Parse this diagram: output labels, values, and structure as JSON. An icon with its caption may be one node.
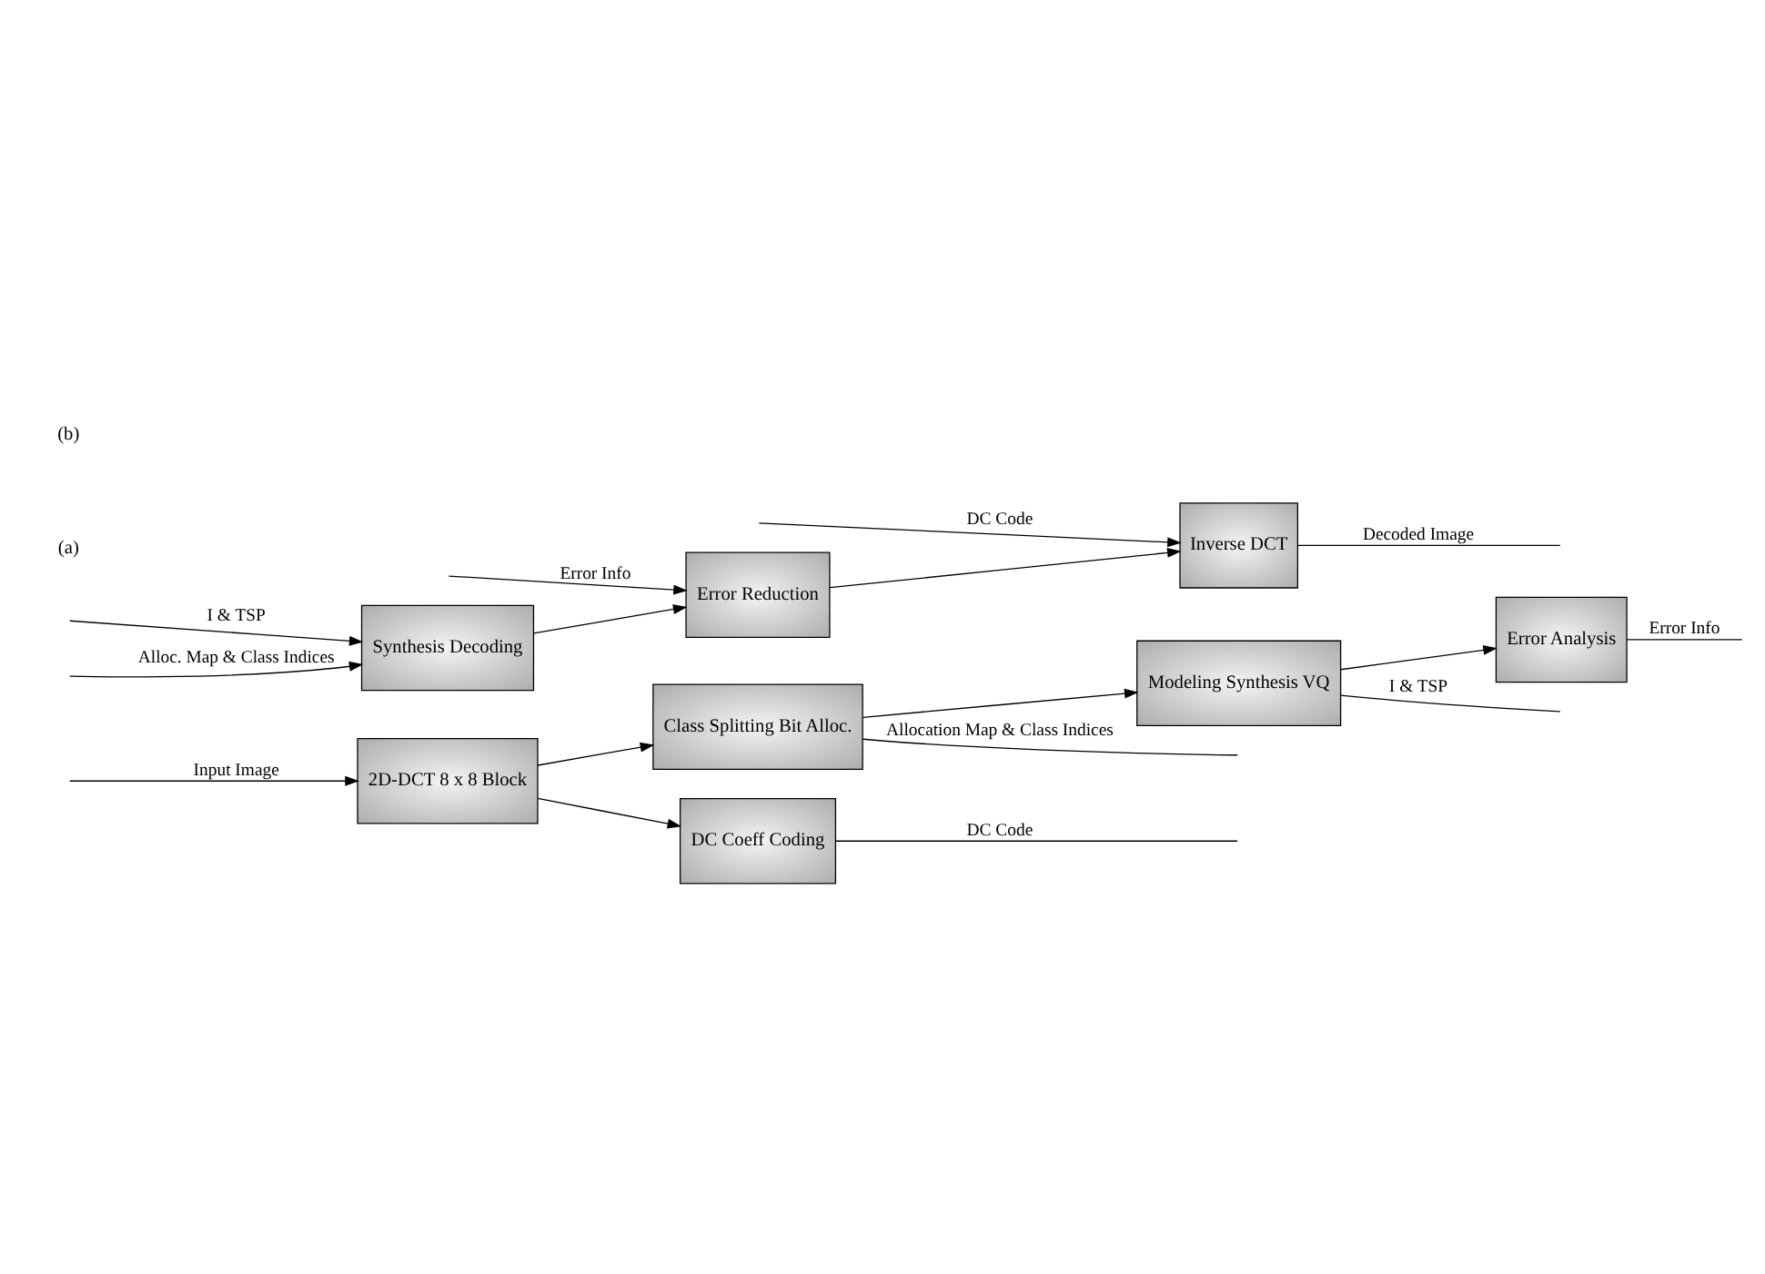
{
  "diagram": {
    "nodes": [
      {
        "text": [
          "2D-DCT 8 x 8 Block"
        ]
      },
      {
        "text": [
          "Class Splitting Bit Alloc."
        ]
      },
      {
        "text": [
          "Modeling Synthesis VQ"
        ]
      },
      {
        "text": [
          "Error Analysis"
        ]
      },
      {
        "text": [
          "DC Coeff Coding"
        ]
      },
      {
        "text": [
          "Synthesis Decoding"
        ]
      },
      {
        "text": [
          "Error Reduction"
        ]
      },
      {
        "text": [
          "Inverse DCT"
        ]
      }
    ],
    "edges": [
      {
        "from": null,
        "to": 0,
        "arrow": "to",
        "label": "Input Image"
      },
      {
        "from": 0,
        "to": 1,
        "arrow": "to"
      },
      {
        "from": 0,
        "to": 4,
        "arrow": "to"
      },
      {
        "from": 1,
        "to": 2,
        "arrow": "to"
      },
      {
        "from": 2,
        "to": 3,
        "arrow": "to"
      },
      {
        "from": 3,
        "to": null,
        "arrow": "none",
        "label": "Error Info"
      },
      {
        "from": 2,
        "to": null,
        "arrow": "none",
        "label": "I & TSP"
      },
      {
        "from": 1,
        "to": null,
        "arrow": "none",
        "label": "Allocation Map & Class Indices"
      },
      {
        "from": 4,
        "to": null,
        "arrow": "none",
        "label": "DC Code"
      },
      {
        "from": null,
        "to": 6,
        "arrow": "to",
        "label": "Error Info"
      },
      {
        "from": null,
        "to": 5,
        "arrow": "to",
        "label": "I & TSP"
      },
      {
        "from": null,
        "to": 5,
        "arrow": "to",
        "label": "Alloc. Map & Class Indices"
      },
      {
        "from": null,
        "to": 7,
        "arrow": "to",
        "label": "DC Code"
      },
      {
        "from": 5,
        "to": 6,
        "arrow": "to"
      },
      {
        "from": 6,
        "to": 7,
        "arrow": "to"
      },
      {
        "from": 7,
        "to": null,
        "arrow": "none",
        "label": "Decoded Image"
      }
    ],
    "labels": [
      "(a)",
      "(b)"
    ]
  }
}
